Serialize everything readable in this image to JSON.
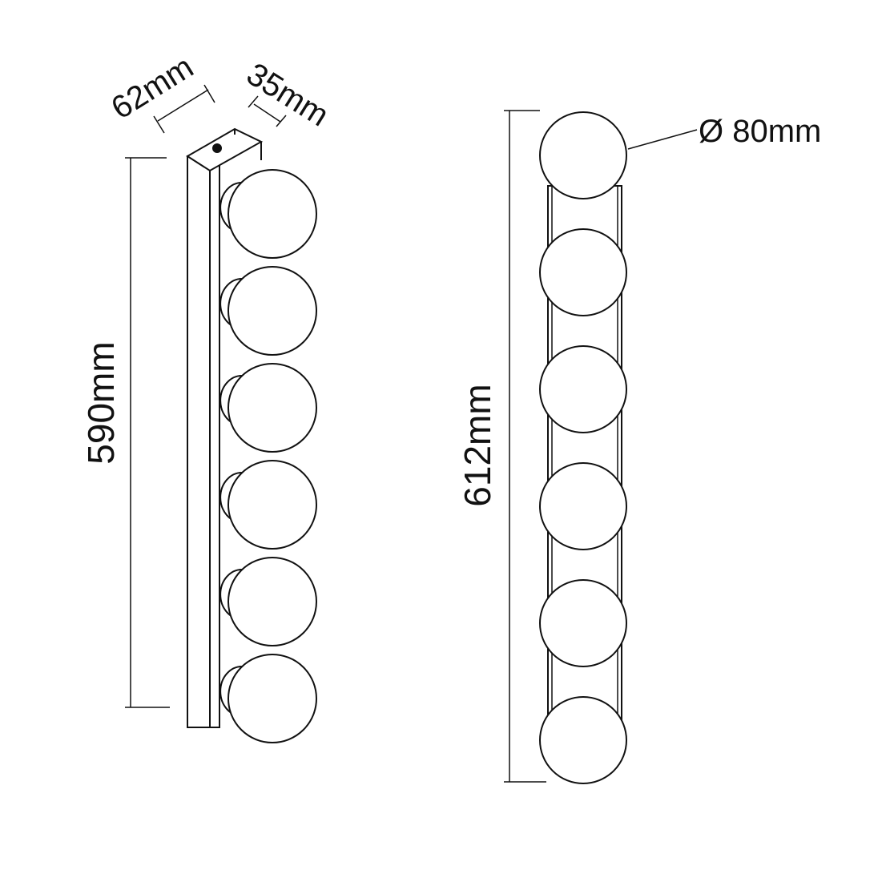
{
  "diagram": {
    "side_view": {
      "width_label": "62mm",
      "depth_label": "35mm",
      "height_label": "590mm",
      "globe_count": 6
    },
    "front_view": {
      "height_label": "612mm",
      "diameter_label": "Ø 80mm",
      "globe_count": 6
    },
    "colors": {
      "line": "#111111",
      "background": "#ffffff"
    }
  }
}
